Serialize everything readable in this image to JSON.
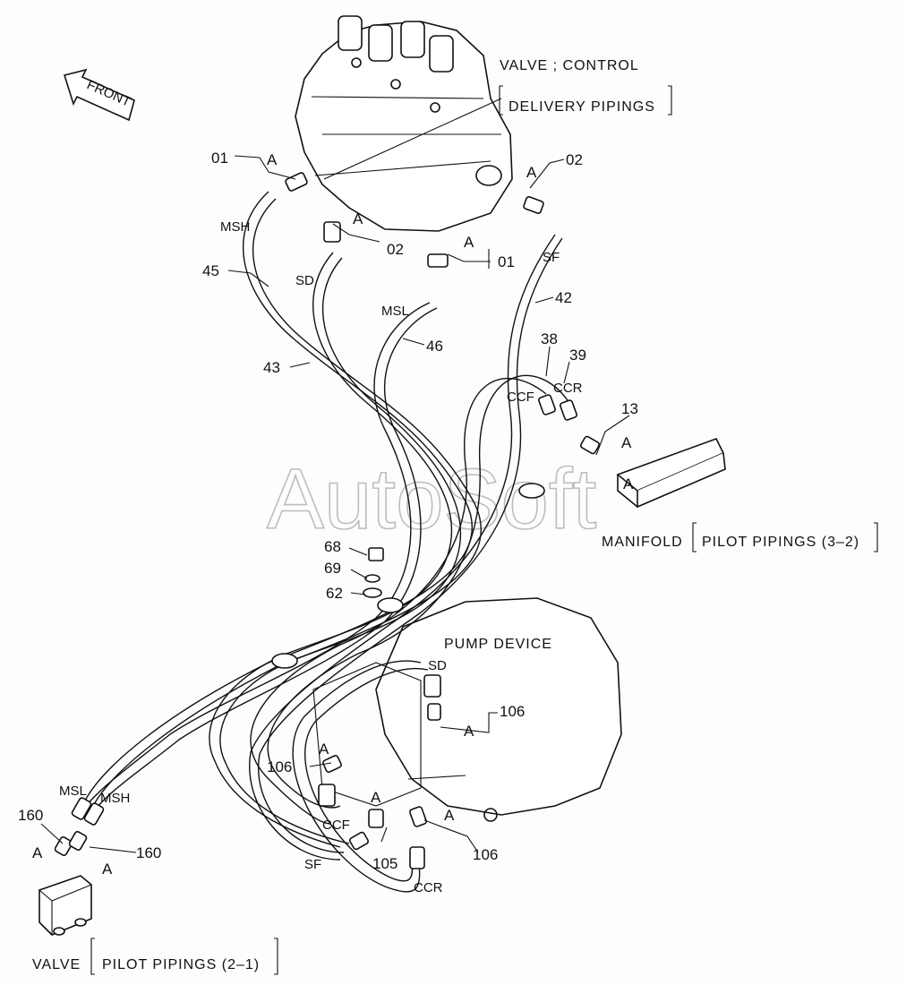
{
  "direction": {
    "label": "FRONT"
  },
  "watermark": "AutoSoft",
  "titles": {
    "valve_control": "VALVE ; CONTROL",
    "delivery_pipings": "DELIVERY PIPINGS",
    "manifold": "MANIFOLD",
    "pilot_pipings_3_2": "PILOT PIPINGS (3–2)",
    "pump_device": "PUMP DEVICE",
    "valve": "VALVE",
    "pilot_pipings_2_1": "PILOT PIPINGS (2–1)"
  },
  "part_numbers": {
    "p01_left": "01",
    "p01_mid": "01",
    "p02_right": "02",
    "p02_mid": "02",
    "p13": "13",
    "p38": "38",
    "p39": "39",
    "p42": "42",
    "p43": "43",
    "p45": "45",
    "p46": "46",
    "p62": "62",
    "p68": "68",
    "p69": "69",
    "p105": "105",
    "p106_top": "106",
    "p106_left": "106",
    "p106_bottom": "106",
    "p160_left": "160",
    "p160_right": "160"
  },
  "hose_codes": {
    "msh_top": "MSH",
    "sd_top": "SD",
    "sf_top": "SF",
    "msl_top": "MSL",
    "ccf_top": "CCF",
    "ccr_top": "CCR",
    "sd_pump": "SD",
    "ccf_pump": "CCF",
    "sf_pump": "SF",
    "ccr_pump": "CCR",
    "msl_valve": "MSL",
    "msh_valve": "MSH"
  },
  "detail_marks": {
    "a1": "A",
    "a2": "A",
    "a3": "A",
    "a4": "A",
    "a5": "A",
    "a6": "A",
    "a7": "A",
    "a8": "A",
    "a9": "A",
    "a10": "A",
    "a11": "A",
    "a12": "A"
  }
}
